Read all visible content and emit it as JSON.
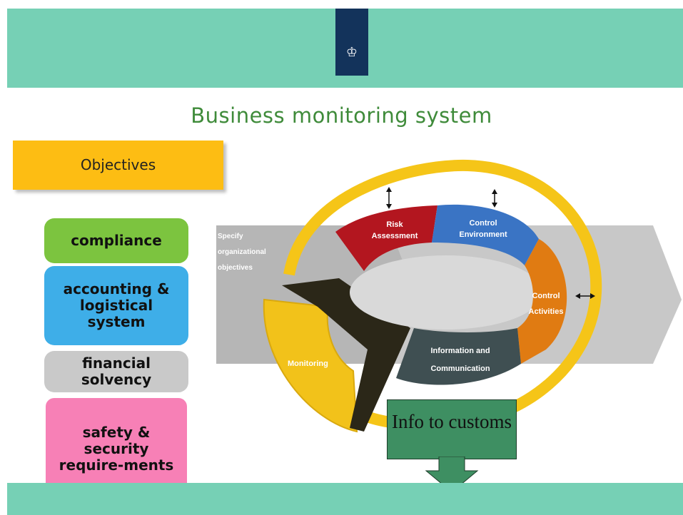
{
  "slide": {
    "title": "Business monitoring system",
    "objectives_label": "Objectives",
    "objectives": [
      {
        "label": "compliance",
        "color": "#7cc43f"
      },
      {
        "label": "accounting & logistical system",
        "color": "#3eaee8"
      },
      {
        "label": "financial solvency",
        "color": "#c9c9c9"
      },
      {
        "label": "safety & security require-ments",
        "color": "#f780b6"
      }
    ],
    "logo_icon": "royal-coat-of-arms-icon",
    "info_box": "Info to customs"
  },
  "diagram": {
    "arrow_text": "Specify organizational objectives",
    "segments": [
      {
        "label": "Risk Assessment",
        "color": "#b3161f"
      },
      {
        "label": "Control Environment",
        "color": "#3a74c4"
      },
      {
        "label": "Control Activities",
        "color": "#e07b12"
      },
      {
        "label": "Information and Communication",
        "color": "#3f4f52"
      },
      {
        "label": "Monitoring",
        "color": "#f2c21a"
      }
    ]
  },
  "colors": {
    "band": "#76d0b5",
    "title": "#3f8b3a",
    "objectives_bg": "#fdbd13",
    "logo_bg": "#13335b",
    "info_box_bg": "#3e8f62"
  }
}
